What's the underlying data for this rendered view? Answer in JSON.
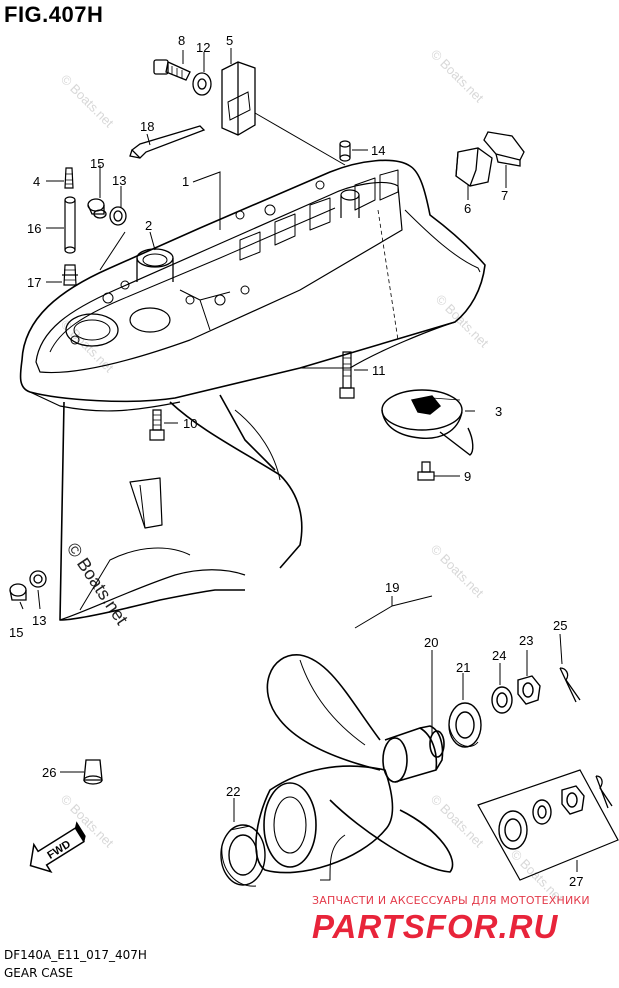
{
  "figure": {
    "title": "FIG.407H",
    "model_code": "DF140A_E11_017_407H",
    "caption": "GEAR CASE"
  },
  "watermark": {
    "text": "© Boats.net"
  },
  "shop_logo": {
    "tagline": "ЗАПЧАСТИ И АКСЕССУАРЫ ДЛЯ МОТОТЕХНИКИ",
    "brand": "PARTSFOR.RU",
    "color": "#e8243a"
  },
  "fwd_icon": {
    "label": "FWD"
  },
  "callouts": [
    "1",
    "2",
    "3",
    "4",
    "5",
    "6",
    "7",
    "8",
    "9",
    "10",
    "11",
    "12",
    "13",
    "13",
    "14",
    "15",
    "15",
    "16",
    "17",
    "18",
    "19",
    "20",
    "21",
    "22",
    "23",
    "24",
    "25",
    "26",
    "27"
  ]
}
